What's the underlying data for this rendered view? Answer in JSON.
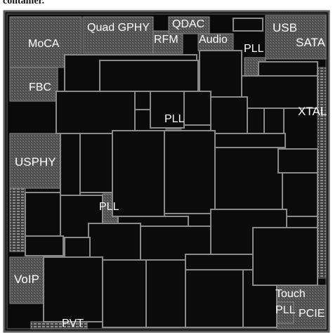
{
  "caption_fragment": "container.",
  "blocks": {
    "moca": "MoCA",
    "quad_gphy": "Quad GPHY",
    "qdac": "QDAC",
    "rfm": "RFM",
    "audio": "Audio",
    "usb": "USB",
    "sata": "SATA",
    "pll_top_right": "PLL",
    "fbc": "FBC",
    "pll_center": "PLL",
    "xtal": "XTAL",
    "usphy": "USPHY",
    "pll_left": "PLL",
    "voip": "VoIP",
    "touch": "Touch",
    "pll_bottom_right": "PLL",
    "pcie": "PCIE",
    "pvt": "PVT"
  },
  "colors": {
    "page_bg": "#ffffff",
    "die_bg": "#0c0c0c",
    "die_border": "#5a5a5a",
    "block_line": "#8a8a8a",
    "analog_block": "#4a4a4a",
    "label": "#ffffff"
  }
}
